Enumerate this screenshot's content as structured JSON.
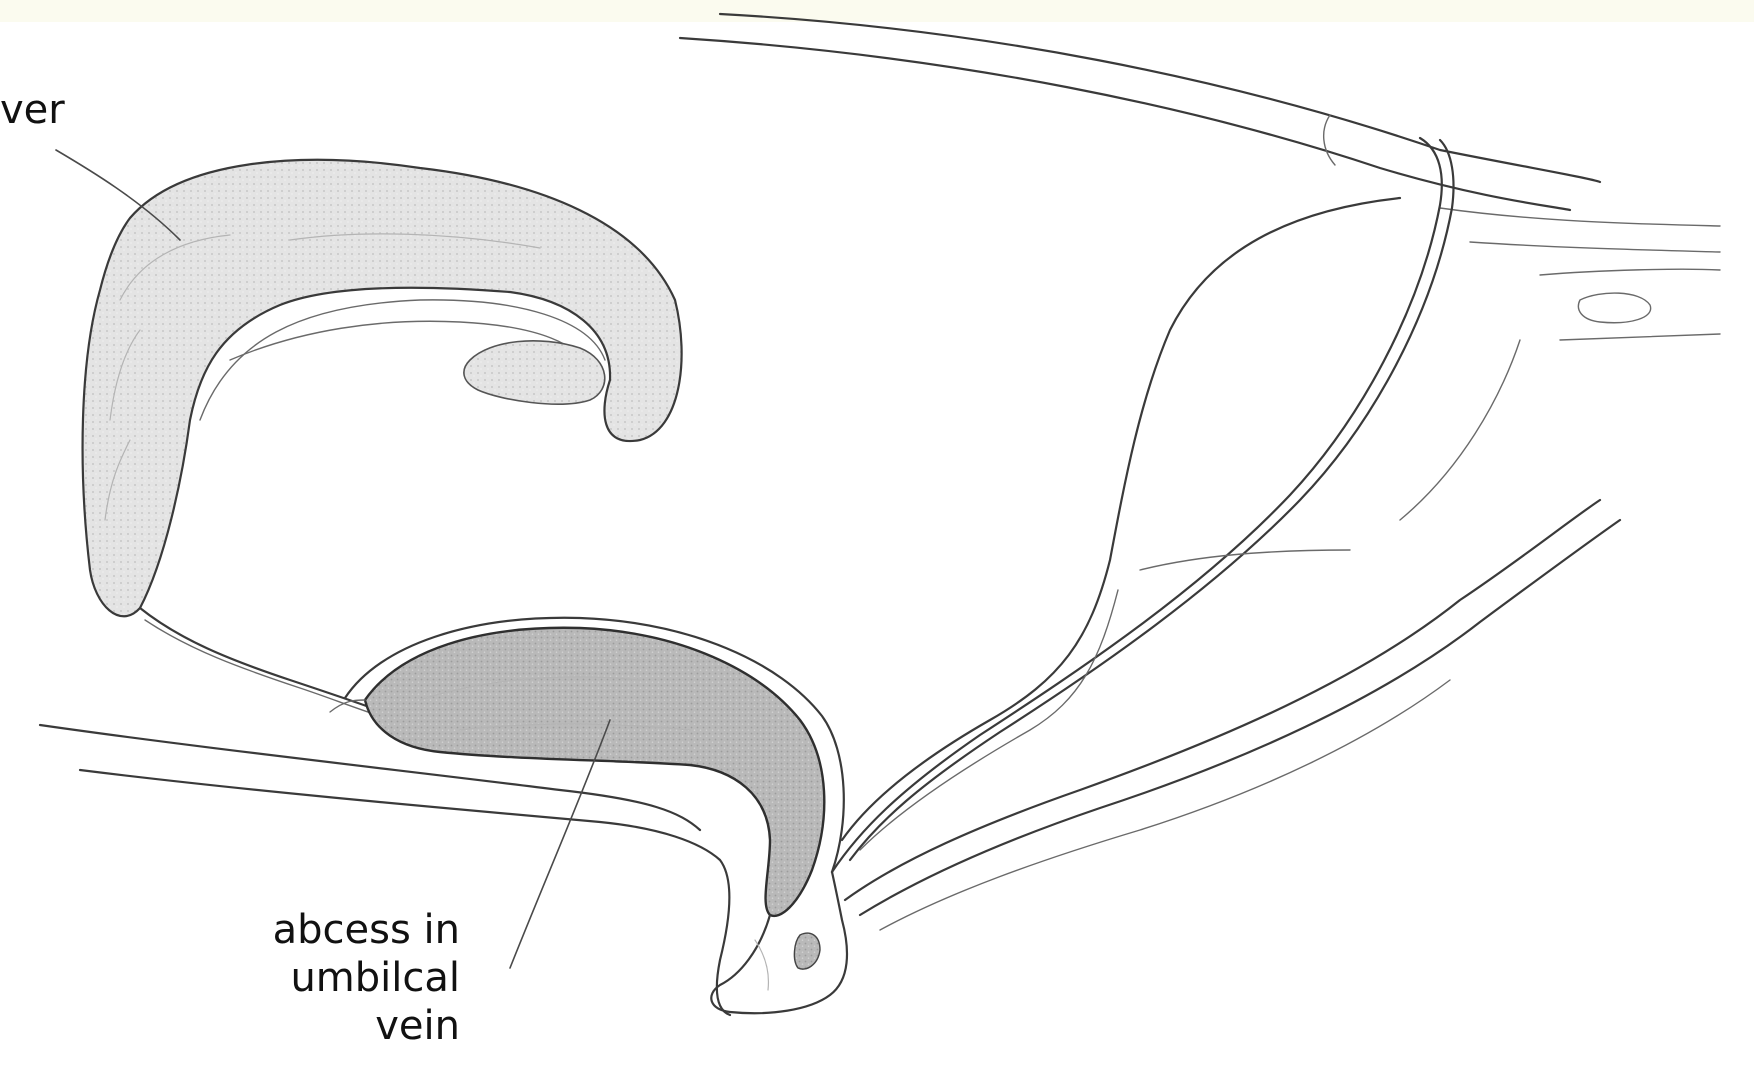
{
  "labels": {
    "liver": "ver",
    "abscess_line1": "abcess in",
    "abscess_line2": "umbilcal",
    "abscess_line3": "vein"
  },
  "colors": {
    "ink": "#3a3a3a",
    "abscess_fill": "#bdbdbd",
    "background": "#ffffff"
  }
}
